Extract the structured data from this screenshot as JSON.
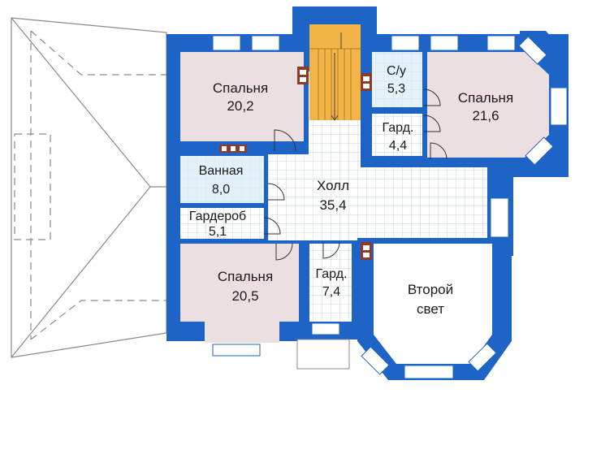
{
  "colors": {
    "wall": "#1e63c6",
    "bedroom": "#ecdfe2",
    "bath": "#d9edf7",
    "tile": "#ffffff",
    "tile_grid": "#c9d6e3",
    "stairs": "#f2b449",
    "roof_line": "#8a8a8a",
    "window": "#ffffff"
  },
  "rooms": {
    "bedroom_nw": {
      "name": "Спальня",
      "area": "20,2"
    },
    "bedroom_ne": {
      "name": "Спальня",
      "area": "21,6"
    },
    "bedroom_sw": {
      "name": "Спальня",
      "area": "20,5"
    },
    "wc": {
      "name": "С/у",
      "area": "5,3"
    },
    "closet_ne": {
      "name": "Гард.",
      "area": "4,4"
    },
    "bathroom": {
      "name": "Ванная",
      "area": "8,0"
    },
    "hall": {
      "name": "Холл",
      "area": "35,4"
    },
    "wardrobe": {
      "name": "Гардероб",
      "area": "5,1"
    },
    "closet_s": {
      "name": "Гард.",
      "area": "7,4"
    },
    "second_light": {
      "name": "Второй",
      "area": "свет"
    }
  }
}
